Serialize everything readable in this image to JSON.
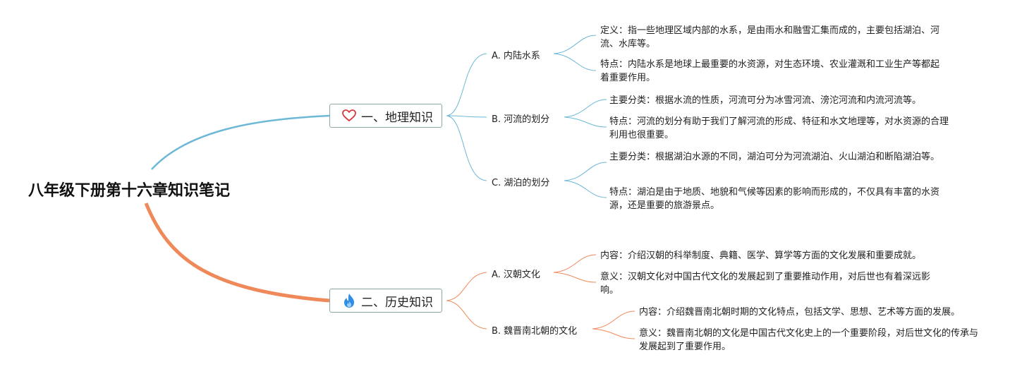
{
  "root": {
    "title": "八年级下册第十六章知识笔记"
  },
  "branches": [
    {
      "label": "一、地理知识",
      "icon": "heart-icon",
      "color": "#6db8d6",
      "subs": [
        {
          "label": "A. 内陆水系",
          "leaves": [
            "定义：指一些地理区域内部的水系，是由雨水和融雪汇集而成的，主要包括湖泊、河流、水库等。",
            "特点：内陆水系是地球上最重要的水资源，对生态环境、农业灌溉和工业生产等都起着重要作用。"
          ]
        },
        {
          "label": "B. 河流的划分",
          "leaves": [
            "主要分类：根据水流的性质，河流可分为冰雪河流、滂沱河流和内流河流等。",
            "特点：河流的划分有助于我们了解河流的形成、特征和水文地理等，对水资源的合理利用也很重要。"
          ]
        },
        {
          "label": "C. 湖泊的划分",
          "leaves": [
            "主要分类：根据湖泊水源的不同，湖泊可分为河流湖泊、火山湖泊和断陷湖泊等。",
            "特点：湖泊是由于地质、地貌和气候等因素的影响而形成的，不仅具有丰富的水资源，还是重要的旅游景点。"
          ]
        }
      ]
    },
    {
      "label": "二、历史知识",
      "icon": "fire-icon",
      "color": "#f0895a",
      "subs": [
        {
          "label": "A. 汉朝文化",
          "leaves": [
            "内容：介绍汉朝的科举制度、典籍、医学、算学等方面的文化发展和重要成就。",
            "意义：汉朝文化对中国古代文化的发展起到了重要推动作用，对后世也有着深远影响。"
          ]
        },
        {
          "label": "B. 魏晋南北朝的文化",
          "leaves": [
            "内容：介绍魏晋南北朝时期的文化特点，包括文学、思想、艺术等方面的发展。",
            "意义：魏晋南北朝的文化是中国古代文化史上的一个重要阶段，对后世文化的传承与发展起到了重要作用。"
          ]
        }
      ]
    }
  ]
}
